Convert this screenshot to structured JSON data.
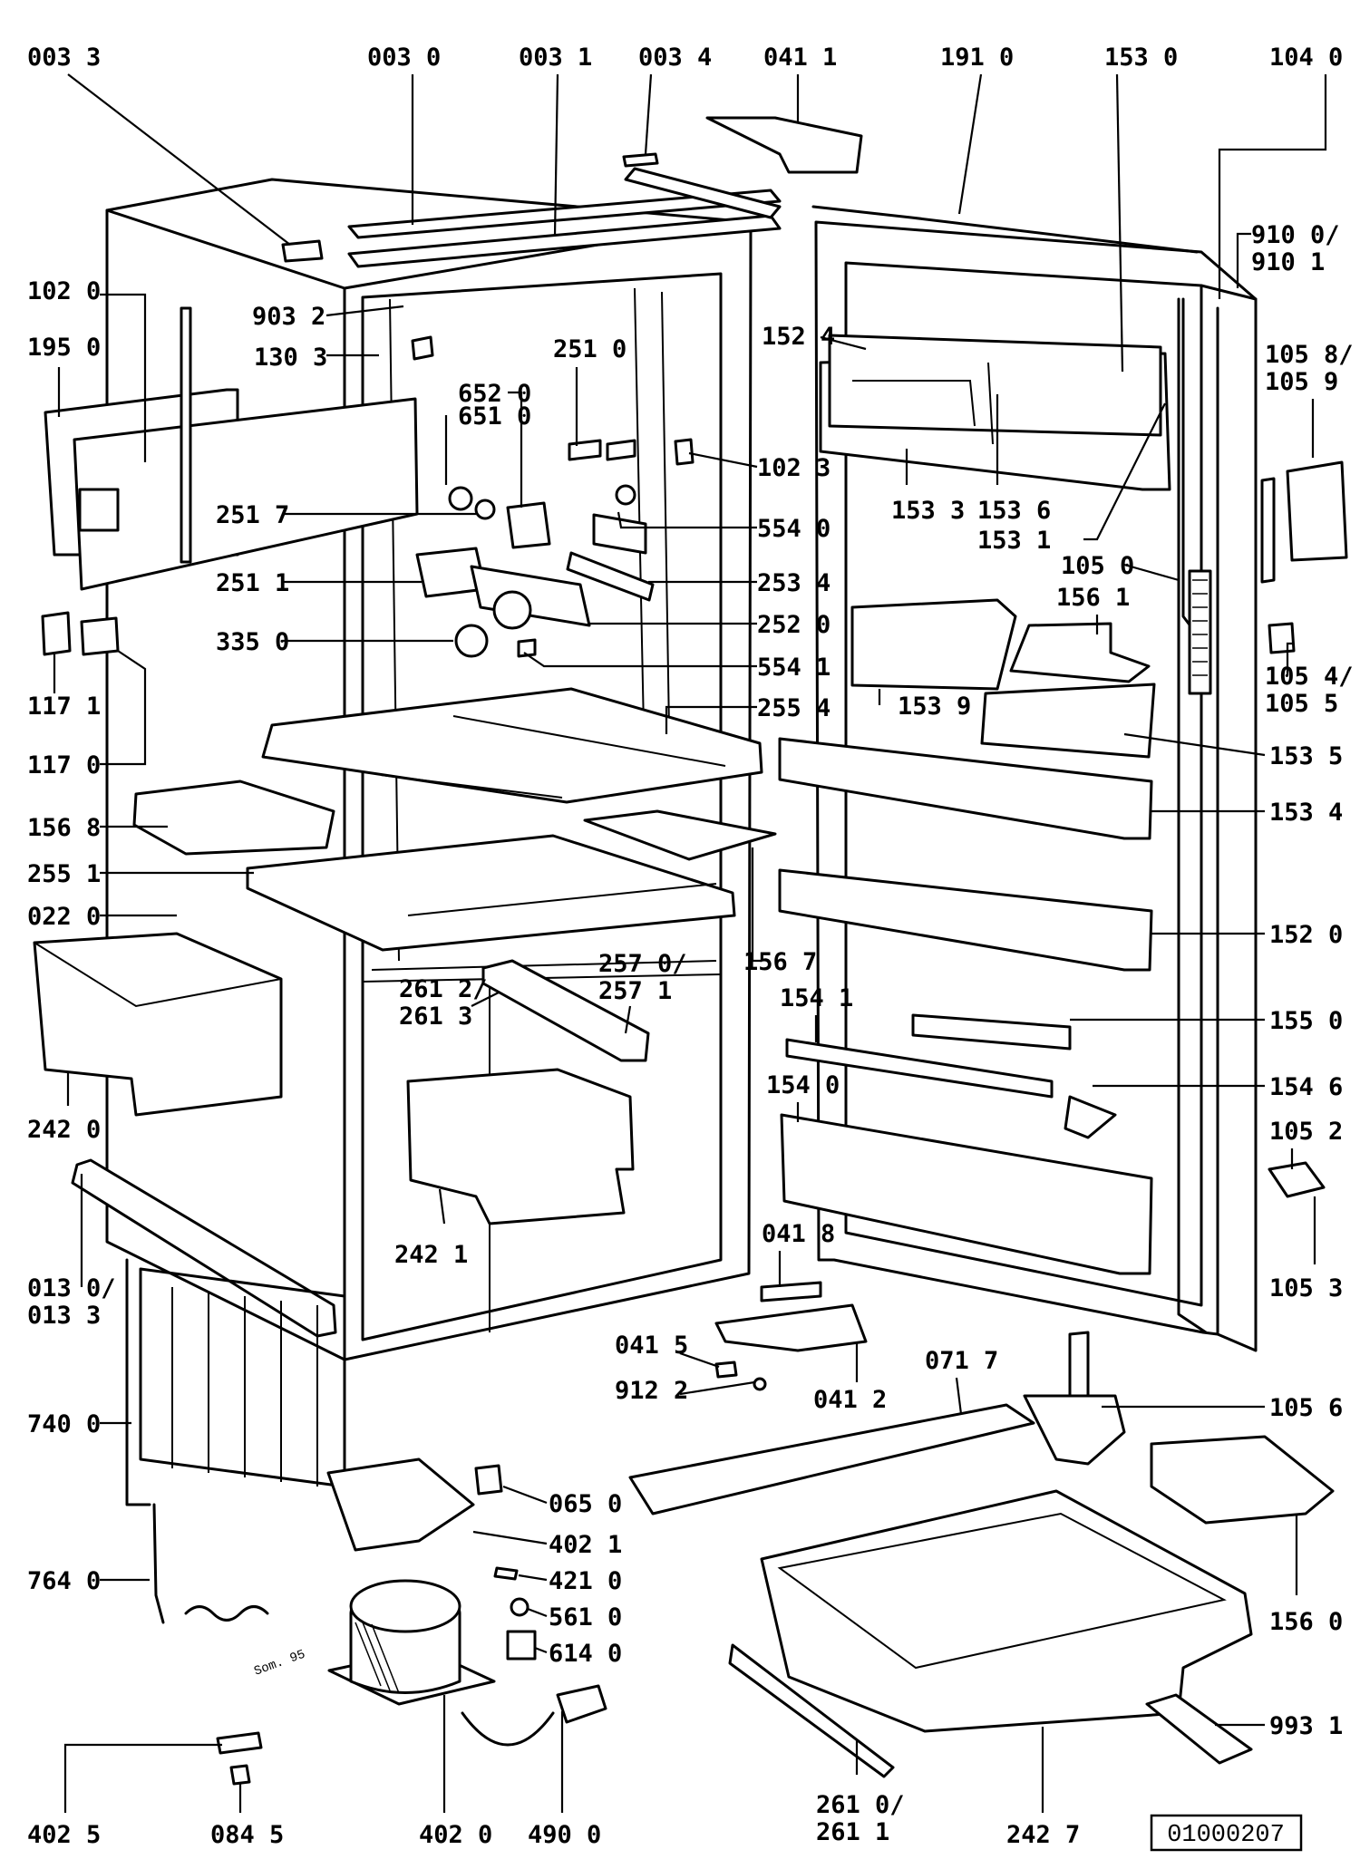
{
  "diagram": {
    "reference_code": "01000207",
    "signature": "Som. 95",
    "callouts": [
      {
        "id": "003-3",
        "lines": [
          "003 3"
        ]
      },
      {
        "id": "003-0",
        "lines": [
          "003 0"
        ]
      },
      {
        "id": "003-1",
        "lines": [
          "003 1"
        ]
      },
      {
        "id": "003-4",
        "lines": [
          "003 4"
        ]
      },
      {
        "id": "041-1",
        "lines": [
          "041 1"
        ]
      },
      {
        "id": "191-0",
        "lines": [
          "191 0"
        ]
      },
      {
        "id": "153-0",
        "lines": [
          "153 0"
        ]
      },
      {
        "id": "104-0",
        "lines": [
          "104 0"
        ]
      },
      {
        "id": "102-0",
        "lines": [
          "102 0"
        ]
      },
      {
        "id": "195-0",
        "lines": [
          "195 0"
        ]
      },
      {
        "id": "903-2",
        "lines": [
          "903 2"
        ]
      },
      {
        "id": "130-3",
        "lines": [
          "130 3"
        ]
      },
      {
        "id": "251-0",
        "lines": [
          "251 0"
        ]
      },
      {
        "id": "652-0",
        "lines": [
          "652 0"
        ]
      },
      {
        "id": "651-0",
        "lines": [
          "651 0"
        ]
      },
      {
        "id": "152-4",
        "lines": [
          "152 4"
        ]
      },
      {
        "id": "910-0",
        "lines": [
          "910 0/",
          "910 1"
        ]
      },
      {
        "id": "105-8",
        "lines": [
          "105 8/",
          "105 9"
        ]
      },
      {
        "id": "102-3",
        "lines": [
          "102 3"
        ]
      },
      {
        "id": "251-7",
        "lines": [
          "251 7"
        ]
      },
      {
        "id": "554-0",
        "lines": [
          "554 0"
        ]
      },
      {
        "id": "153-3",
        "lines": [
          "153 3"
        ]
      },
      {
        "id": "153-6",
        "lines": [
          "153 6"
        ]
      },
      {
        "id": "153-1",
        "lines": [
          "153 1"
        ]
      },
      {
        "id": "105-0",
        "lines": [
          "105 0"
        ]
      },
      {
        "id": "251-1",
        "lines": [
          "251 1"
        ]
      },
      {
        "id": "253-4",
        "lines": [
          "253 4"
        ]
      },
      {
        "id": "156-1",
        "lines": [
          "156 1"
        ]
      },
      {
        "id": "252-0",
        "lines": [
          "252 0"
        ]
      },
      {
        "id": "335-0",
        "lines": [
          "335 0"
        ]
      },
      {
        "id": "554-1",
        "lines": [
          "554 1"
        ]
      },
      {
        "id": "105-4",
        "lines": [
          "105 4/",
          "105 5"
        ]
      },
      {
        "id": "117-1",
        "lines": [
          "117 1"
        ]
      },
      {
        "id": "153-9",
        "lines": [
          "153 9"
        ]
      },
      {
        "id": "255-4",
        "lines": [
          "255 4"
        ]
      },
      {
        "id": "117-0",
        "lines": [
          "117 0"
        ]
      },
      {
        "id": "153-5",
        "lines": [
          "153 5"
        ]
      },
      {
        "id": "153-4",
        "lines": [
          "153 4"
        ]
      },
      {
        "id": "156-8",
        "lines": [
          "156 8"
        ]
      },
      {
        "id": "255-1",
        "lines": [
          "255 1"
        ]
      },
      {
        "id": "022-0",
        "lines": [
          "022 0"
        ]
      },
      {
        "id": "152-0",
        "lines": [
          "152 0"
        ]
      },
      {
        "id": "156-7",
        "lines": [
          "156 7"
        ]
      },
      {
        "id": "257-0",
        "lines": [
          "257 0/",
          "257 1"
        ]
      },
      {
        "id": "261-2",
        "lines": [
          "261 2/",
          "261 3"
        ]
      },
      {
        "id": "154-1",
        "lines": [
          "154 1"
        ]
      },
      {
        "id": "155-0",
        "lines": [
          "155 0"
        ]
      },
      {
        "id": "154-0",
        "lines": [
          "154 0"
        ]
      },
      {
        "id": "154-6",
        "lines": [
          "154 6"
        ]
      },
      {
        "id": "242-0",
        "lines": [
          "242 0"
        ]
      },
      {
        "id": "105-2",
        "lines": [
          "105 2"
        ]
      },
      {
        "id": "013-0",
        "lines": [
          "013 0/",
          "013 3"
        ]
      },
      {
        "id": "242-1",
        "lines": [
          "242 1"
        ]
      },
      {
        "id": "041-8",
        "lines": [
          "041 8"
        ]
      },
      {
        "id": "105-3",
        "lines": [
          "105 3"
        ]
      },
      {
        "id": "041-5",
        "lines": [
          "041 5"
        ]
      },
      {
        "id": "071-7",
        "lines": [
          "071 7"
        ]
      },
      {
        "id": "912-2",
        "lines": [
          "912 2"
        ]
      },
      {
        "id": "041-2",
        "lines": [
          "041 2"
        ]
      },
      {
        "id": "740-0",
        "lines": [
          "740 0"
        ]
      },
      {
        "id": "105-6",
        "lines": [
          "105 6"
        ]
      },
      {
        "id": "065-0",
        "lines": [
          "065 0"
        ]
      },
      {
        "id": "402-1",
        "lines": [
          "402 1"
        ]
      },
      {
        "id": "764-0",
        "lines": [
          "764 0"
        ]
      },
      {
        "id": "421-0",
        "lines": [
          "421 0"
        ]
      },
      {
        "id": "561-0",
        "lines": [
          "561 0"
        ]
      },
      {
        "id": "156-0",
        "lines": [
          "156 0"
        ]
      },
      {
        "id": "614-0",
        "lines": [
          "614 0"
        ]
      },
      {
        "id": "993-1",
        "lines": [
          "993 1"
        ]
      },
      {
        "id": "402-5",
        "lines": [
          "402 5"
        ]
      },
      {
        "id": "084-5",
        "lines": [
          "084 5"
        ]
      },
      {
        "id": "402-0",
        "lines": [
          "402 0"
        ]
      },
      {
        "id": "490-0",
        "lines": [
          "490 0"
        ]
      },
      {
        "id": "261-0",
        "lines": [
          "261 0/",
          "261 1"
        ]
      },
      {
        "id": "242-7",
        "lines": [
          "242 7"
        ]
      }
    ]
  }
}
